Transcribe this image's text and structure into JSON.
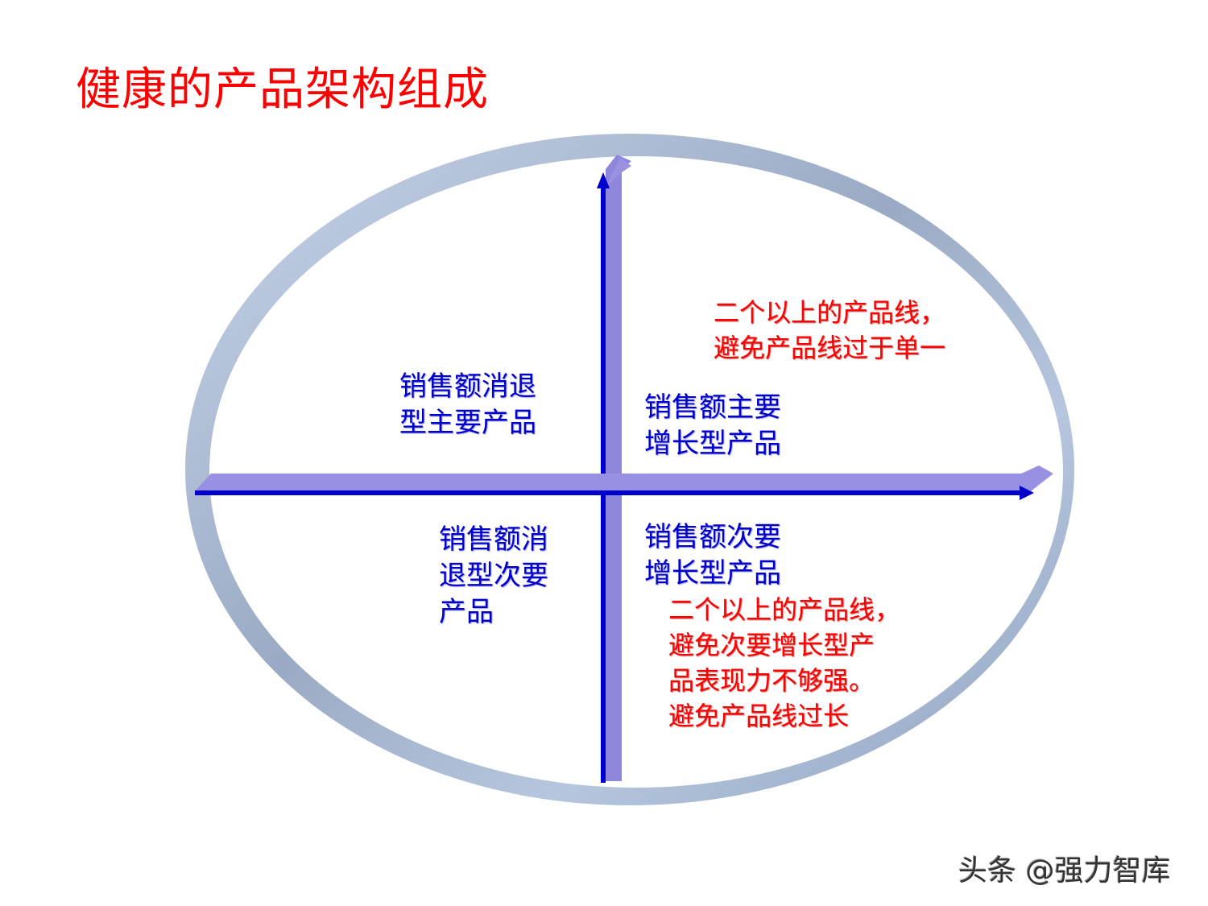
{
  "title": "健康的产品架构组成",
  "quadrants": {
    "top_left": {
      "label": "销售额消退\n型主要产品"
    },
    "top_right": {
      "label": "销售额主要\n增长型产品",
      "note": "二个以上的产品线，\n避免产品线过于单一"
    },
    "bottom_left": {
      "label": "销售额消\n退型次要\n产品"
    },
    "bottom_right": {
      "label": "销售额次要\n增长型产品",
      "note": "二个以上的产品线，\n避免次要增长型产\n品表现力不够强。\n避免产品线过长"
    }
  },
  "watermark": "头条 @强力智库",
  "colors": {
    "title": "#ff0000",
    "label": "#0000cc",
    "note": "#ff0000",
    "axis_line": "#0000cc",
    "axis_band": "#8f87dc",
    "ring": "#a9bcd6"
  }
}
